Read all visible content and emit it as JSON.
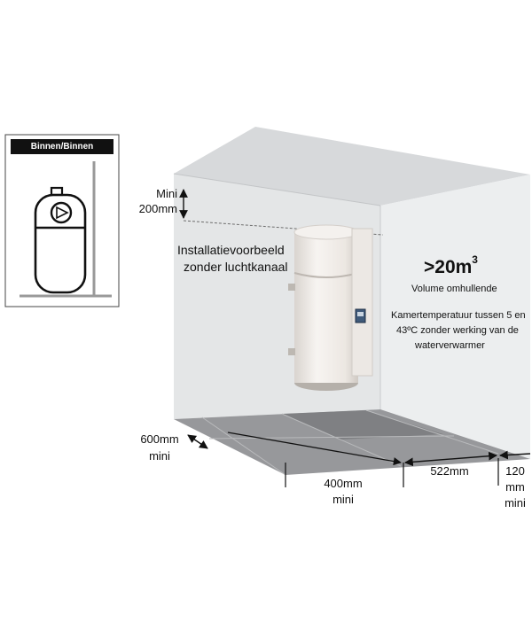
{
  "inset": {
    "header": "Binnen/Binnen",
    "icon": "heat-pump-boiler-icon"
  },
  "dimensions": {
    "top_clearance": "Mini\n200mm",
    "side_clearance_line1": "600mm",
    "side_clearance_line2": "mini",
    "front_clearance_line1": "400mm",
    "front_clearance_line2": "mini",
    "width": "522mm",
    "rear_clearance_line1": "120",
    "rear_clearance_line2": "mm",
    "rear_clearance_line3": "mini"
  },
  "example_caption_line1": "Installatievoorbeeld",
  "example_caption_line2": "zonder luchtkanaal",
  "volume": {
    "value": ">20m",
    "superscript": "3",
    "label": "Volume omhullende"
  },
  "temperature_note_line1": "Kamertemperatuur tussen 5 en",
  "temperature_note_line2": "43ºC zonder werking van de",
  "temperature_note_line3": "waterverwarmer",
  "colors": {
    "ceiling": "#d7d9db",
    "left_wall": "#e3e5e6",
    "right_wall": "#e9ebec",
    "floor": "#959699",
    "floor_dark": "#7b7c7f",
    "boiler": "#f3f0ec"
  }
}
